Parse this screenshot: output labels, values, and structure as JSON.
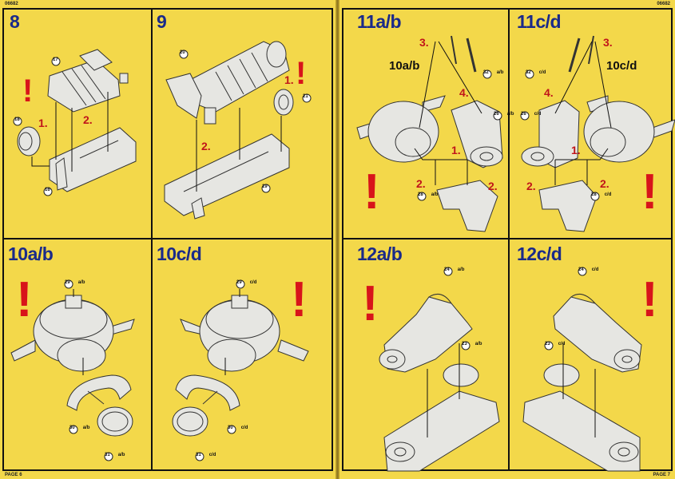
{
  "doc_code_left": "06682",
  "doc_code_right": "06682",
  "page_left": "PAGE 6",
  "page_right": "PAGE 7",
  "steps": {
    "s8": {
      "title": "8",
      "parts": {
        "p17": "17",
        "p18": "18",
        "p16": "16"
      },
      "substeps": {
        "a": "1.",
        "b": "2."
      },
      "warning": "!"
    },
    "s9": {
      "title": "9",
      "parts": {
        "p20": "20",
        "p21": "21",
        "p19": "19"
      },
      "substeps": {
        "a": "1.",
        "b": "2."
      },
      "warning": "!"
    },
    "s10ab": {
      "title": "10a/b",
      "parts": {
        "p29": "29",
        "p29s": "a/b",
        "p30": "30",
        "p30s": "a/b",
        "p31": "31",
        "p31s": "a/b"
      },
      "warning": "!"
    },
    "s10cd": {
      "title": "10c/d",
      "parts": {
        "p29": "29",
        "p29s": "c/d",
        "p30": "30",
        "p30s": "c/d",
        "p31": "31",
        "p31s": "c/d"
      },
      "warning": "!"
    },
    "s11ab": {
      "title": "11a/b",
      "ref": "10a/b",
      "parts": {
        "p32": "32",
        "p32s": "a/b",
        "p26": "26",
        "p26s": "a/b",
        "p28": "28",
        "p28s": "a/b"
      },
      "substeps": {
        "one": "1.",
        "two": "2.",
        "two_b": "2.",
        "three": "3.",
        "four": "4."
      },
      "warning": "!"
    },
    "s11cd": {
      "title": "11c/d",
      "ref": "10c/d",
      "parts": {
        "p32": "32",
        "p32s": "c/d",
        "p26": "26",
        "p26s": "c/d",
        "p28": "28",
        "p28s": "c/d"
      },
      "substeps": {
        "one": "1.",
        "two": "2.",
        "two_b": "2.",
        "three": "3.",
        "four": "4."
      },
      "warning": "!"
    },
    "s12ab": {
      "title": "12a/b",
      "parts": {
        "p24": "24",
        "p24s": "a/b",
        "p23": "23",
        "p23s": "a/b"
      },
      "warning": "!"
    },
    "s12cd": {
      "title": "12c/d",
      "parts": {
        "p24": "24",
        "p24s": "c/d",
        "p23": "23",
        "p23s": "c/d"
      },
      "warning": "!"
    }
  },
  "colors": {
    "page": "#f3d84a",
    "title": "#1a2a8a",
    "substep": "#c0151a",
    "warning": "#d8141a",
    "part_fill": "#e6e6e2",
    "part_stroke": "#333333"
  }
}
